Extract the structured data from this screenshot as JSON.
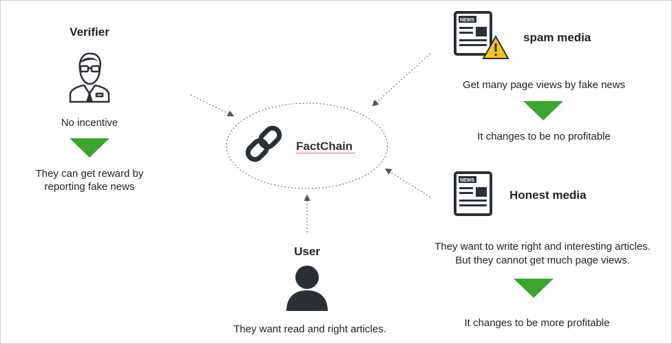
{
  "center": {
    "label": "FactChain",
    "icon": "chain-link-icon"
  },
  "verifier": {
    "title": "Verifier",
    "icon": "verifier-person-icon",
    "status": "No incentive",
    "result": "They can get reward by reporting fake news",
    "result_lines": [
      "They can get reward by",
      "reporting fake news"
    ]
  },
  "spam_media": {
    "title": "spam media",
    "icon": "news-warning-icon",
    "status": "Get many page views  by fake news",
    "result": "It changes to be no profitable"
  },
  "honest_media": {
    "title": "Honest media",
    "icon": "news-icon",
    "status_lines": [
      "They want to write right and interesting articles.",
      "But they cannot get much page views."
    ],
    "result": "It changes to be more profitable"
  },
  "user": {
    "title": "User",
    "icon": "user-silhouette-icon",
    "status": "They want read and right articles."
  },
  "colors": {
    "arrow": "#3aa62d",
    "text": "#222222",
    "dotted": "#777777",
    "underline": "#e36a6a"
  }
}
